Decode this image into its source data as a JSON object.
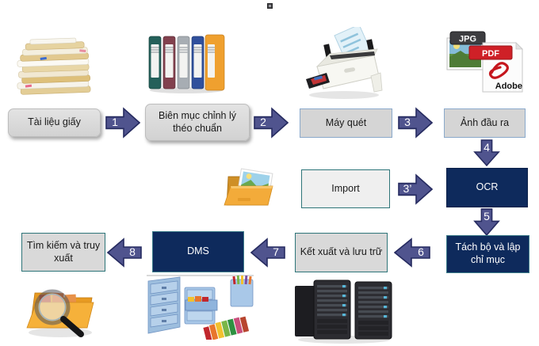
{
  "diagram_title": "Document digitization workflow (Vietnamese)",
  "colors": {
    "navy_box": "#0e2a5c",
    "arrow_fill": "#50548e",
    "arrow_outline": "#262b60",
    "gray_box": "#d9d9d9",
    "teal_border": "#2e7579",
    "steel_border": "#8aa9cb",
    "pdf_red": "#cf2027"
  },
  "boxes": {
    "paper_docs": "Tài liệu giấy",
    "cataloging": "Biên mục chỉnh lý théo chuẩn",
    "scanner": "Máy quét",
    "output_image": "Ảnh đầu ra",
    "import": "Import",
    "ocr": "OCR",
    "separation": "Tách bộ và lập chỉ mục",
    "export_store": "Kết xuất và lưu trữ",
    "dms": "DMS",
    "search": "Tìm kiếm và truy xuất"
  },
  "arrows": {
    "step1": "1",
    "step2": "2",
    "step3": "3",
    "step3b": "3’",
    "step4": "4",
    "step5": "5",
    "step6": "6",
    "step7": "7",
    "step8": "8"
  },
  "file_icons": {
    "jpg": "JPG",
    "pdf": "PDF",
    "adobe": "Adobe"
  },
  "illustrations": {
    "paper_stack": "stack-of-paper-files",
    "binders": "row-of-ring-binders",
    "scanner": "document-scanner",
    "output_formats": "jpg-pdf-adobe-icons",
    "import_folder": "folder-with-photo",
    "search_magnifier": "magnifier-over-folder",
    "dms_cabinets": "filing-cabinets-with-folders",
    "servers": "server-towers"
  }
}
